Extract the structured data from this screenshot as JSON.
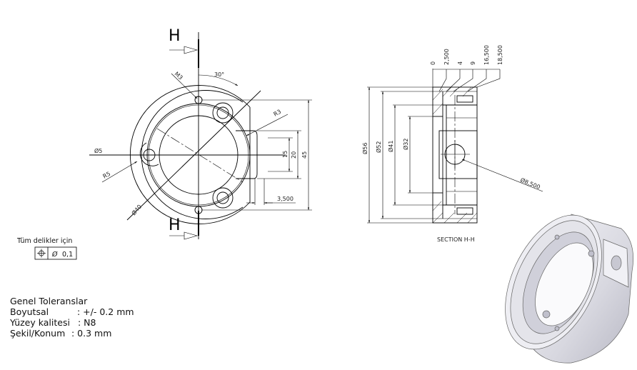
{
  "front_view": {
    "section_label_top": "H",
    "section_label_bottom": "H",
    "dims": {
      "thread": "M3",
      "angle": "30°",
      "r3": "R3",
      "d5": "Ø5",
      "r5": "R5",
      "d40": "Ø40",
      "d15": "15",
      "d20": "20",
      "d45": "45",
      "d3500": "3,500"
    }
  },
  "section_view": {
    "title": "SECTION H-H",
    "ordinates": [
      "0",
      "2,500",
      "4",
      "9",
      "16,500",
      "18,500"
    ],
    "diameters": [
      "Ø56",
      "Ø52",
      "Ø41",
      "Ø32"
    ],
    "hole": "Ø8,500"
  },
  "tolerance_frame": {
    "caption": "Tüm delikler için",
    "symbol": "⌖",
    "diameter_symbol": "Ø",
    "value": "0,1"
  },
  "general_tolerances": {
    "title": "Genel  Toleranslar",
    "lines": [
      {
        "label": "Boyutsal",
        "value": ": +/- 0.2 mm"
      },
      {
        "label": "Yüzey kalitesi",
        "value": ": N8"
      },
      {
        "label": "Şekil/Konum",
        "value": ": 0.3 mm"
      }
    ]
  }
}
